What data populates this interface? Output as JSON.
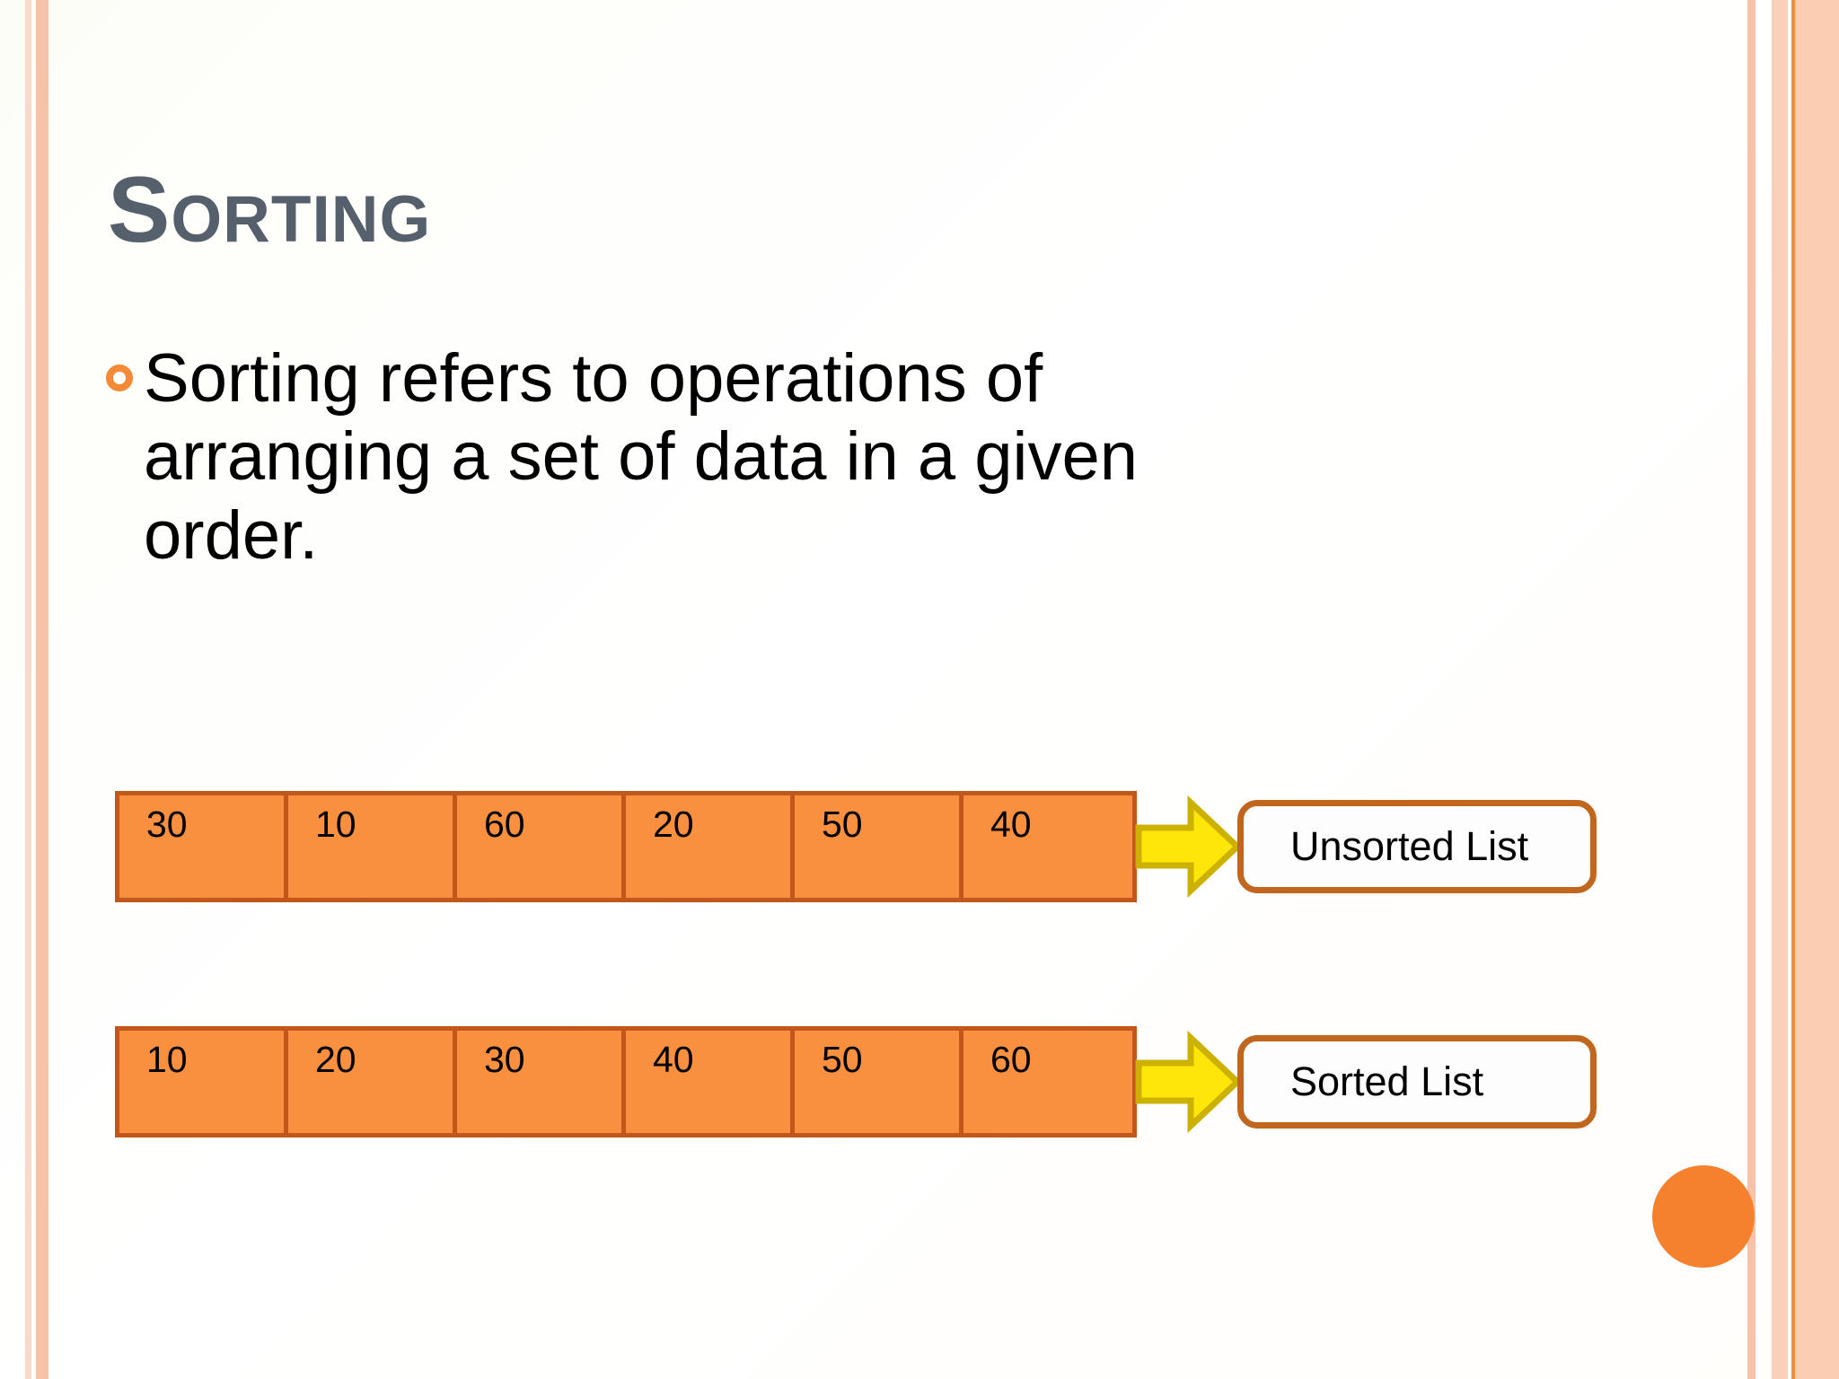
{
  "slide": {
    "title": "Sorting",
    "body_text": "Sorting refers to operations of arranging a set of data in a given order.",
    "colors": {
      "title": "#565f6c",
      "bullet_marker": "#f28a38",
      "cell_fill": "#f8903f",
      "cell_border": "#c1571a",
      "arrow_fill": "#ffe60a",
      "arrow_stroke": "#cdb100",
      "label_border": "#c1661f",
      "deco_circle": "#f5812f",
      "edge_stripe": "#f7c3a8"
    }
  },
  "diagram": {
    "rows": [
      {
        "name": "unsorted",
        "values": [
          "30",
          "10",
          "60",
          "20",
          "50",
          "40"
        ],
        "label": "Unsorted List",
        "arrow_icon": "right-arrow-icon"
      },
      {
        "name": "sorted",
        "values": [
          "10",
          "20",
          "30",
          "40",
          "50",
          "60"
        ],
        "label": "Sorted List",
        "arrow_icon": "right-arrow-icon"
      }
    ]
  }
}
